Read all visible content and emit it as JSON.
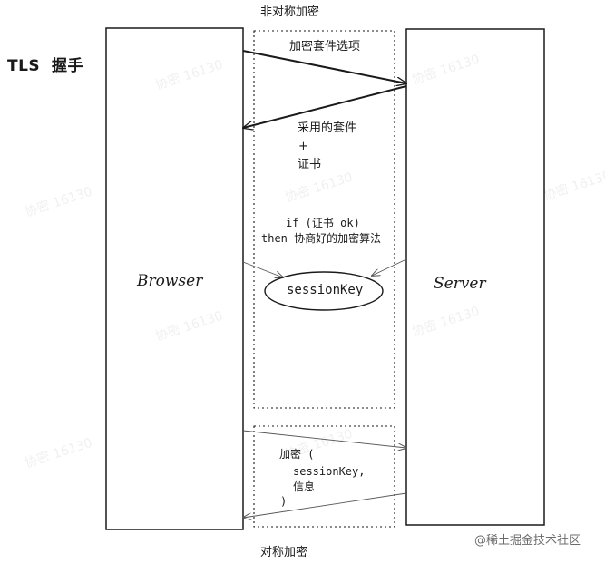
{
  "title": "TLS  握手",
  "asym_label": "非对称加密",
  "sym_label": "对称加密",
  "client": {
    "label": "Browser"
  },
  "server": {
    "label": "Server"
  },
  "messages": {
    "cipher_options": "加密套件选项",
    "chosen_suite": "采用的套件",
    "plus": "+",
    "certificate": "证书",
    "condition": "if (证书 ok)",
    "negotiate": "then 协商好的加密算法",
    "session_key": "sessionKey",
    "encrypt_open": "加密 (",
    "encrypt_key": "sessionKey,",
    "encrypt_info": "信息",
    "encrypt_close": ")"
  },
  "watermark": "@稀土掘金技术社区",
  "ghost_watermark": "协密 16130",
  "colors": {
    "stroke": "#1a1a1a",
    "background": "#ffffff",
    "watermark": "#6b6b6b"
  }
}
